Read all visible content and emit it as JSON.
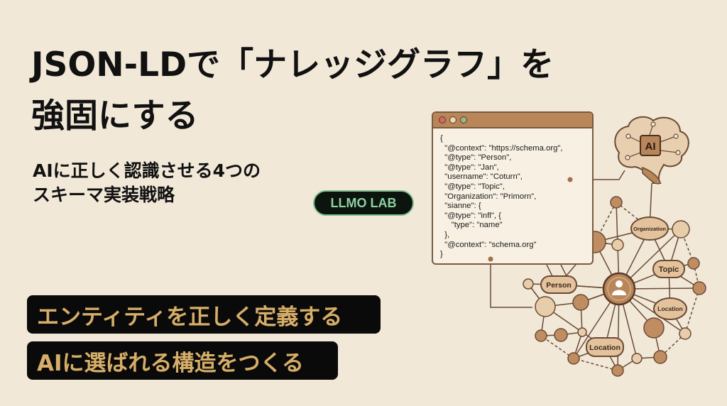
{
  "title": {
    "line1": "JSON-LDで「ナレッジグラフ」を",
    "line2": "強固にする"
  },
  "subtitle": {
    "line1": "AIに正しく認識させる4つの",
    "line2": "スキーマ実装戦略"
  },
  "badge": "LLMO LAB",
  "points": [
    "エンティティを正しく定義する",
    "AIに選ばれる構造をつくる"
  ],
  "code_window": {
    "lines": [
      "{",
      "  \"@context\": \"https://schema.org\",",
      "  \"@type\": \"Person\",",
      "  \"@type\": \"Jan\",",
      "  \"username\": \"Coturn\",",
      "  \"@type\": \"Topic\",",
      "  \"Organization\": \"Primorn\",",
      "  \"sianne\": {",
      "  \"@type\": \"infl\", {",
      "     \"type\": \"name\"",
      "  },",
      "  \"@context\": \"schema.org\"",
      "}"
    ]
  },
  "graph": {
    "brain_label": "AI",
    "nodes": {
      "organization": "Organization",
      "topic": "Topic",
      "location_right": "Location",
      "person": "Person",
      "location_bottom": "Location"
    },
    "center_icon": "user-icon"
  },
  "colors": {
    "background": "#f1e8d8",
    "pill_bg": "#0a0a0a",
    "pill_text": "#d7ae68",
    "badge_text": "#8fd0a2",
    "accent_brown": "#b98659"
  }
}
